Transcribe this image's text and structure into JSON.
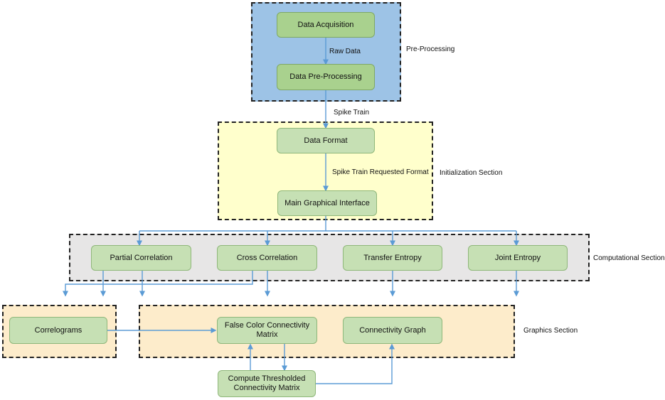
{
  "colors": {
    "preprocessing_bg": "#9dc3e6",
    "initialization_bg": "#ffffcc",
    "computational_bg": "#e7e6e6",
    "graphics_bg": "#fdeccb",
    "node_fill": "#c6e0b4",
    "node_fill_dark": "#a9d18e",
    "connector": "#5b9bd5"
  },
  "sections": {
    "preprocessing": "Pre-Processing",
    "initialization": "Initialization Section",
    "computational": "Computational Section",
    "graphics": "Graphics Section"
  },
  "nodes": {
    "data_acquisition": "Data Acquisition",
    "data_preprocessing": "Data Pre-Processing",
    "data_format": "Data Format",
    "main_gui": "Main Graphical Interface",
    "partial_correlation": "Partial Correlation",
    "cross_correlation": "Cross Correlation",
    "transfer_entropy": "Transfer Entropy",
    "joint_entropy": "Joint Entropy",
    "correlograms": "Correlograms",
    "false_color_matrix": "False Color Connectivity Matrix",
    "connectivity_graph": "Connectivity Graph",
    "compute_thresholded": "Compute Thresholded Connectivity Matrix"
  },
  "edge_labels": {
    "raw_data": "Raw Data",
    "spike_train": "Spike Train",
    "spike_train_requested": "Spike Train Requested Format"
  }
}
